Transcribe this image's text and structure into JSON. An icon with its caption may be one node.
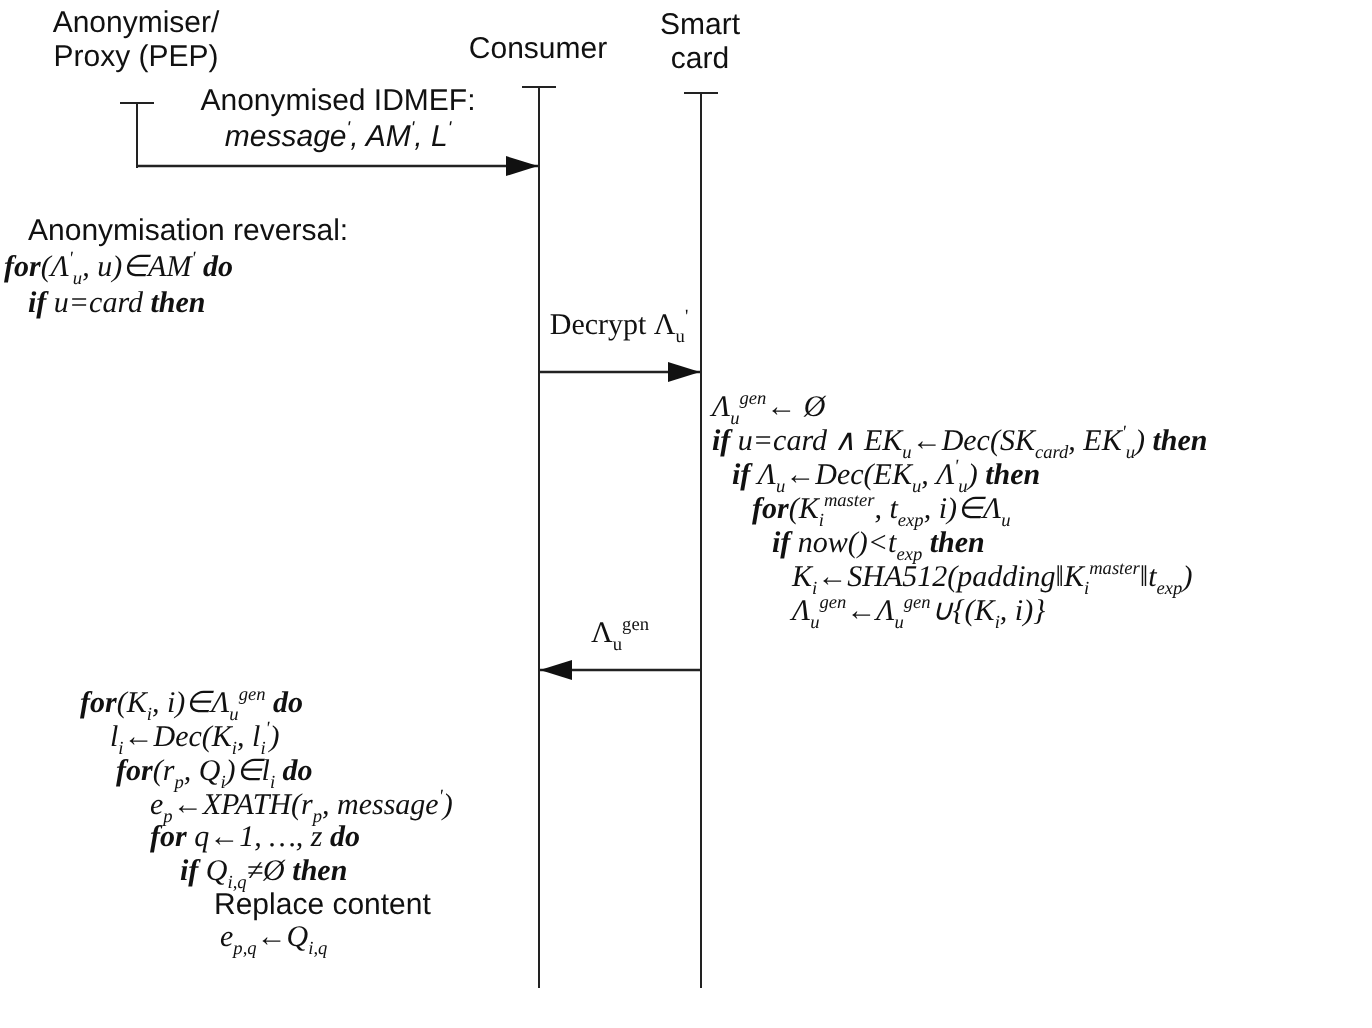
{
  "diagram": {
    "nodes": [
      {
        "text": [
          "Anonymiser/ Proxy (PEP)"
        ]
      },
      {
        "text": [
          "Consumer"
        ]
      },
      {
        "text": [
          "Smart card"
        ]
      },
      {
        "text": [],
        "shape": "bar"
      },
      {
        "text": [],
        "shape": "bar"
      },
      {
        "text": [],
        "shape": "bar"
      }
    ],
    "edges": [
      {
        "from": 3,
        "to": 4,
        "arrow": "to",
        "label": "Anonymised IDMEF: *message$^{'}$, AM$^{'}$, L$^{'}$*"
      },
      {
        "from": 4,
        "to": 5,
        "arrow": "to",
        "label": "Decrypt Λ$_{u}$$^{'}$"
      },
      {
        "from": 5,
        "to": 4,
        "arrow": "to",
        "label": "Λ$_{u}$$^{gen}$"
      }
    ],
    "labels": [
      "Anonymisation reversal:",
      "**for**(Λ$^{'}$$_{u}$, u)∈AM$^{'}$ **do**",
      "**if** u=card **then**",
      "Λ$_{u}$$^{gen}$← Ø",
      "**if** u=card ∧ EK$_{u}$←Dec(SK$_{card}$, EK$^{'}$$_{u}$) **then**",
      "**if** Λ$_{u}$←Dec(EK$_{u}$, Λ$^{'}$$_{u}$) **then**",
      "**for**(K$_{i}$$^{master}$, t$_{exp}$, i)∈Λ$_{u}$",
      "**if** now()<t$_{exp}$ **then**",
      "K$_{i}$←SHA512(padding‖K$_{i}$$^{master}$‖t$_{exp}$)",
      "Λ$_{u}$$^{gen}$←Λ$_{u}$$^{gen}$∪{(K$_{i}$, i)}",
      "**for**(K$_{i}$, i)∈Λ$_{u}$$^{gen}$ **do**",
      "l$_{i}$←Dec(K$_{i}$, l$_{i}$$^{'}$)",
      "**for**(r$_{p}$, Q$_{i}$)∈l$_{i}$ **do**",
      "e$_{p}$←XPATH(r$_{p}$, message$^{'}$)",
      "**for** q←1, …, z **do**",
      "**if** Q$_{i,q}$≠Ø **then**",
      "Replace content",
      "e$_{p,q}$←Q$_{i,q}$"
    ]
  }
}
